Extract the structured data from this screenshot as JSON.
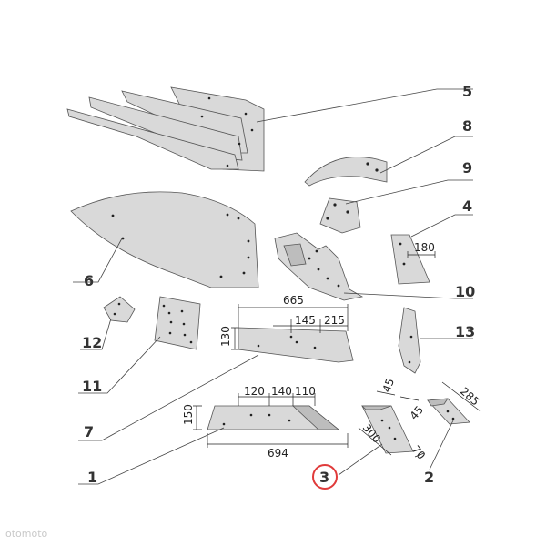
{
  "callouts": {
    "c1": "1",
    "c2": "2",
    "c3": "3",
    "c4": "4",
    "c5": "5",
    "c6": "6",
    "c7": "7",
    "c8": "8",
    "c9": "9",
    "c10": "10",
    "c11": "11",
    "c12": "12",
    "c13": "13"
  },
  "dimensions": {
    "d665": "665",
    "d145": "145",
    "d215": "215",
    "d130": "130",
    "d180": "180",
    "d120": "120",
    "d140": "140",
    "d110": "110",
    "d150": "150",
    "d694": "694",
    "d45a": "45",
    "d45b": "45",
    "d300": "300",
    "d70": "70",
    "d285": "285"
  },
  "highlight": {
    "callout": "3",
    "ring_color": "#e03a3a"
  },
  "watermark": "otomoto"
}
